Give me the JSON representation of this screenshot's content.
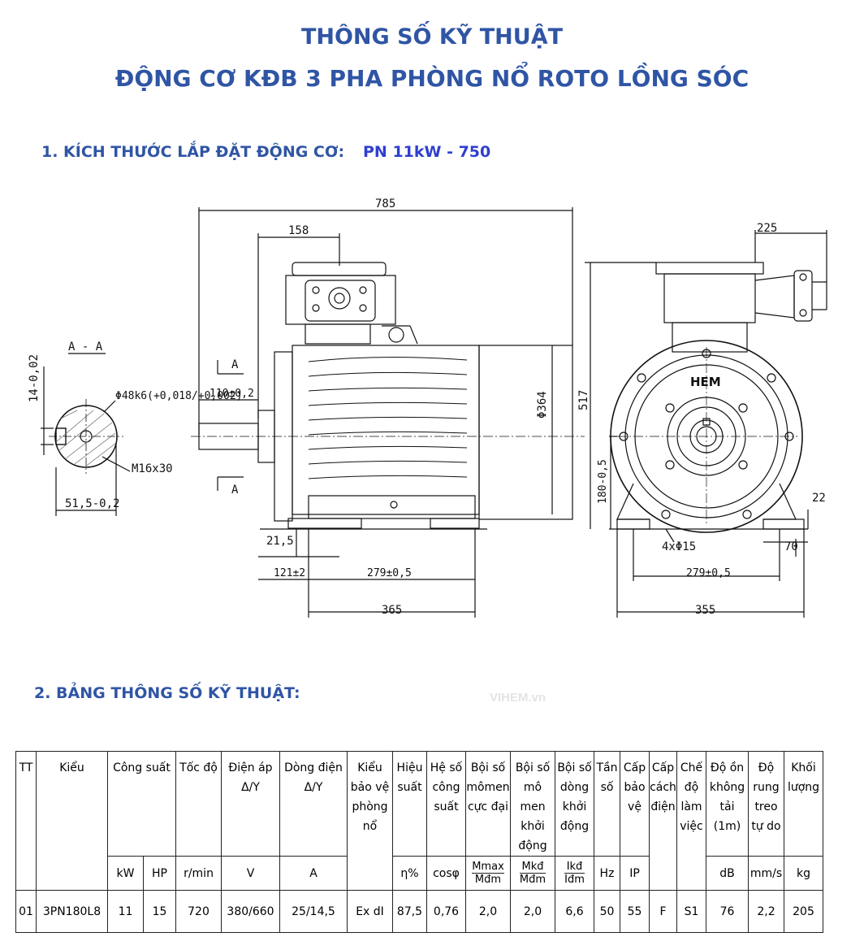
{
  "header": {
    "title_line1": "THÔNG SỐ KỸ THUẬT",
    "title_line2": "ĐỘNG CƠ KĐB 3 PHA PHÒNG NỔ ROTO LỒNG SÓC"
  },
  "section1": {
    "title": "1. KÍCH THƯỚC LẮP ĐẶT ĐỘNG CƠ:",
    "model": "PN 11kW - 750"
  },
  "drawing": {
    "section_label": "A - A",
    "section_mark": "A",
    "dim_total_length": "785",
    "dim_terminal_offset": "158",
    "dim_shaft_length": "110±0,2",
    "dim_flange_dia": "Φ364",
    "dim_foot_inner": "21,5",
    "dim_foot_offset": "121±2",
    "dim_foot_spacing_side": "279±0,5",
    "dim_base_length": "365",
    "dim_terminal_width": "225",
    "dim_height_total": "517",
    "dim_shaft_height": "180-0,5",
    "dim_foot_height": "22",
    "dim_foot_width": "70",
    "dim_bolt_holes": "4xΦ15",
    "dim_foot_spacing_front": "279±0,5",
    "dim_base_width": "355",
    "dim_key_height": "14-0,02",
    "dim_shaft_dia": "Φ48k6(+0,018/+0,002)",
    "dim_thread": "M16x30",
    "dim_key_offset": "51,5-0,2",
    "logo": "HEM"
  },
  "section2": {
    "title": "2. BẢNG THÔNG SỐ KỸ THUẬT:"
  },
  "watermark": "VIHEM.vn",
  "table": {
    "headers": {
      "tt": "TT",
      "kieu": "Kiểu",
      "cong_suat": "Công suất",
      "toc_do": "Tốc độ",
      "dien_ap": "Điện áp",
      "dien_ap_sub": "Δ/Y",
      "dong_dien": "Dòng điện",
      "dong_dien_sub": "Δ/Y",
      "bao_ve": "Kiểu bảo vệ phòng nổ",
      "hieu_suat": "Hiệu suất",
      "he_so": "Hệ số công suất",
      "mmax": "Bội số mômen cực đại",
      "mkd": "Bội số mô men khởi động",
      "ikd": "Bội số dòng khởi động",
      "tan_so": "Tần số",
      "ip": "Cấp bảo vệ",
      "cach_dien": "Cấp cách điện",
      "che_do": "Chế độ làm việc",
      "do_on": "Độ ồn không tải (1m)",
      "do_rung": "Độ rung treo tự do",
      "khoi_luong": "Khối lượng"
    },
    "units": {
      "kw": "kW",
      "hp": "HP",
      "rpm": "r/min",
      "v": "V",
      "a": "A",
      "eta": "η%",
      "cos": "cosφ",
      "mmax_num": "Mmax",
      "mmax_den": "Mđm",
      "mkd_num": "Mkđ",
      "mkd_den": "Mđm",
      "ikd_num": "Ikđ",
      "ikd_den": "Iđm",
      "hz": "Hz",
      "ip": "IP",
      "db": "dB",
      "mms": "mm/s",
      "kg": "kg"
    },
    "row": {
      "tt": "01",
      "kieu": "3PN180L8",
      "kw": "11",
      "hp": "15",
      "rpm": "720",
      "v": "380/660",
      "a": "25/14,5",
      "bao_ve": "Ex dI",
      "eta": "87,5",
      "cos": "0,76",
      "mmax": "2,0",
      "mkd": "2,0",
      "ikd": "6,6",
      "hz": "50",
      "ip": "55",
      "cach_dien": "F",
      "che_do": "S1",
      "db": "76",
      "mms": "2,2",
      "kg": "205"
    }
  }
}
